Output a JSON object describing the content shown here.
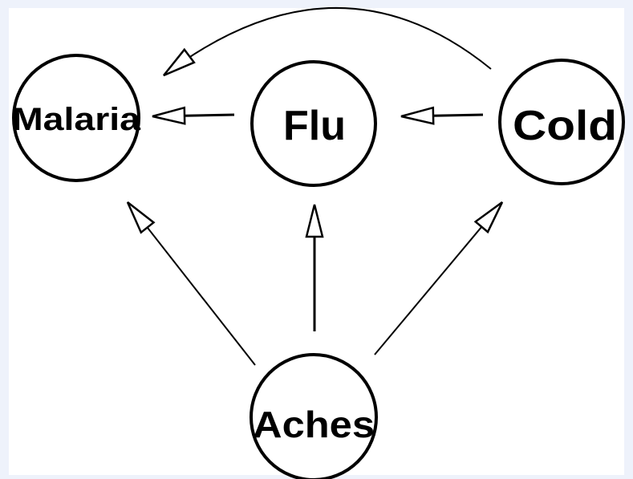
{
  "diagram": {
    "type": "bayesian-network",
    "colors": {
      "background": "#eef2fb",
      "canvas": "#ffffff",
      "stroke": "#000000",
      "arrow_fill": "#ffffff"
    },
    "nodes": [
      {
        "id": "malaria",
        "label": "Malaria"
      },
      {
        "id": "flu",
        "label": "Flu"
      },
      {
        "id": "cold",
        "label": "Cold"
      },
      {
        "id": "aches",
        "label": "Aches"
      }
    ],
    "edges": [
      {
        "from": "cold",
        "to": "malaria",
        "style": "curved"
      },
      {
        "from": "flu",
        "to": "malaria",
        "style": "straight"
      },
      {
        "from": "cold",
        "to": "flu",
        "style": "straight"
      },
      {
        "from": "aches",
        "to": "malaria",
        "style": "straight"
      },
      {
        "from": "aches",
        "to": "flu",
        "style": "straight"
      },
      {
        "from": "aches",
        "to": "cold",
        "style": "straight"
      }
    ]
  }
}
